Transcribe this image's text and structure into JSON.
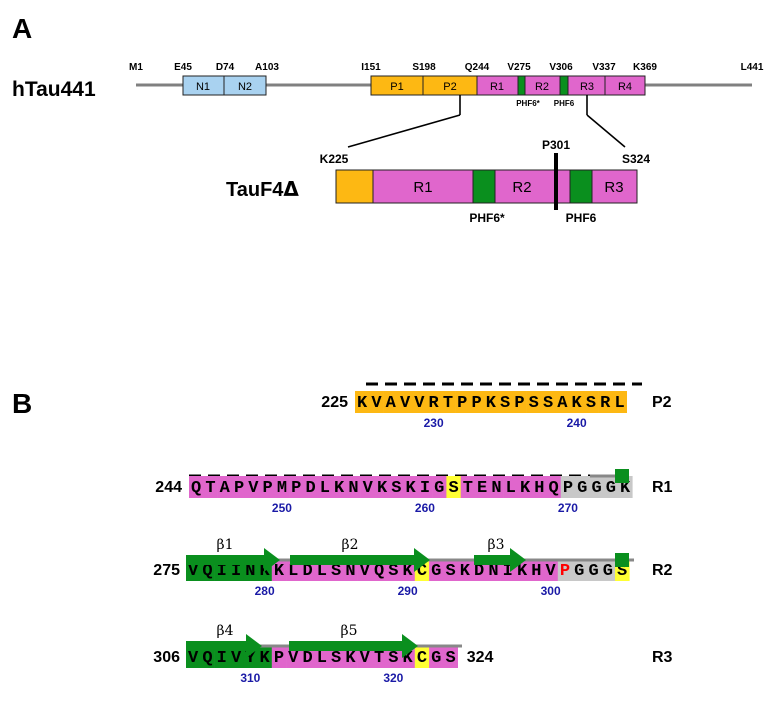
{
  "panel_a": {
    "label": "A",
    "construct_name": "hTau441",
    "full_length_markers": [
      "M1",
      "E45",
      "D74",
      "A103",
      "I151",
      "S198",
      "Q244",
      "V275",
      "V306",
      "V337",
      "K369",
      "L441"
    ],
    "domains": [
      "N1",
      "N2",
      "P1",
      "P2",
      "R1",
      "R2",
      "R3",
      "R4"
    ],
    "phf_small": [
      "PHF6*",
      "PHF6"
    ],
    "fragment_name": "TauF4",
    "delta_symbol": "Δ",
    "fragment_markers": [
      "K225",
      "P301",
      "S324"
    ],
    "fragment_domains": [
      "R1",
      "R2",
      "R3"
    ],
    "fragment_phf": [
      "PHF6*",
      "PHF6"
    ]
  },
  "panel_b": {
    "label": "B",
    "rows": [
      {
        "start": "225",
        "sequence": "KVAVVRTPPKSPSSAKSRL",
        "end": "",
        "region": "P2",
        "ticks": [
          "230",
          "240"
        ]
      },
      {
        "start": "244",
        "sequence": "QTAPVPMPDLKNVKSKIGSTENLKHQPGGGK",
        "end": "",
        "region": "R1",
        "ticks": [
          "250",
          "260",
          "270"
        ]
      },
      {
        "start": "275",
        "sequence": "VQIINKKLDLSNVQSKCGSKDNIKHVPGGGS",
        "end": "",
        "region": "R2",
        "ticks": [
          "280",
          "290",
          "300"
        ]
      },
      {
        "start": "306",
        "sequence": "VQIVYKPVDLSKVTSKCGS",
        "end": "324",
        "region": "R3",
        "ticks": [
          "310",
          "320"
        ]
      }
    ],
    "strands": [
      "β1",
      "β2",
      "β3",
      "β4",
      "β5"
    ]
  },
  "colors": {
    "orange": "#fdb813",
    "magenta": "#e066cc",
    "green": "#0a8f1e",
    "light_blue": "#a9d2f0",
    "gray": "#c8c8c8",
    "yellow": "#ffff33",
    "red": "#ff0000",
    "tick_blue": "#1a1aa6"
  }
}
